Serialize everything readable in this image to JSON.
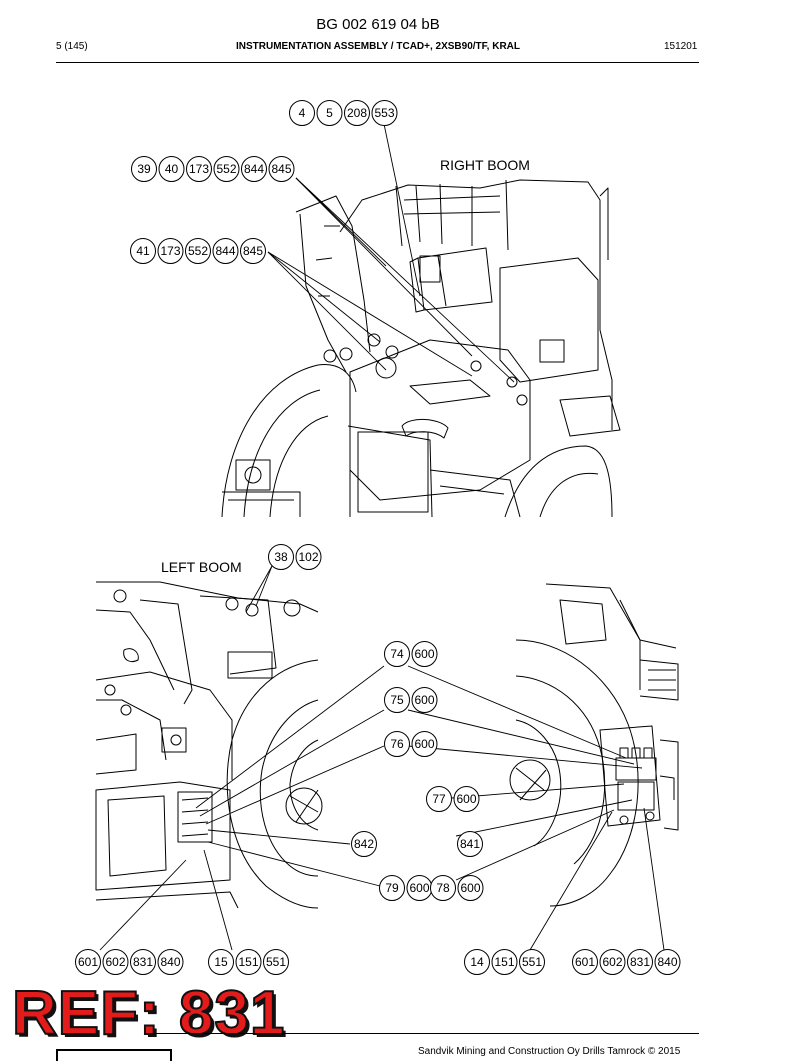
{
  "header": {
    "doc_number": "BG 002 619 04 bB",
    "page_no": "5 (145)",
    "title": "INSTRUMENTATION ASSEMBLY / TCAD+, 2XSB90/TF, KRAL",
    "date_code": "151201"
  },
  "labels": {
    "right_boom": "RIGHT BOOM",
    "left_boom": "LEFT BOOM"
  },
  "callouts": {
    "g1": [
      "4",
      "5",
      "208",
      "553"
    ],
    "g2": [
      "39",
      "40",
      "173",
      "552",
      "844",
      "845"
    ],
    "g3": [
      "41",
      "173",
      "552",
      "844",
      "845"
    ],
    "g4": [
      "38",
      "102"
    ],
    "g5": [
      "74",
      "600"
    ],
    "g6": [
      "75",
      "600"
    ],
    "g7": [
      "76",
      "600"
    ],
    "g8": [
      "77",
      "600"
    ],
    "g9": [
      "842"
    ],
    "g10": [
      "841"
    ],
    "g11": [
      "79",
      "600"
    ],
    "g12": [
      "78",
      "600"
    ],
    "g13": [
      "601",
      "602",
      "831",
      "840"
    ],
    "g14": [
      "15",
      "151",
      "551"
    ],
    "g15": [
      "14",
      "151",
      "551"
    ],
    "g16": [
      "601",
      "602",
      "831",
      "840"
    ]
  },
  "stamp": {
    "text": "REF: 831",
    "color": "#e31b1b"
  },
  "footer": {
    "copyright": "Sandvik Mining and Construction Oy Drills Tamrock © 2015"
  }
}
